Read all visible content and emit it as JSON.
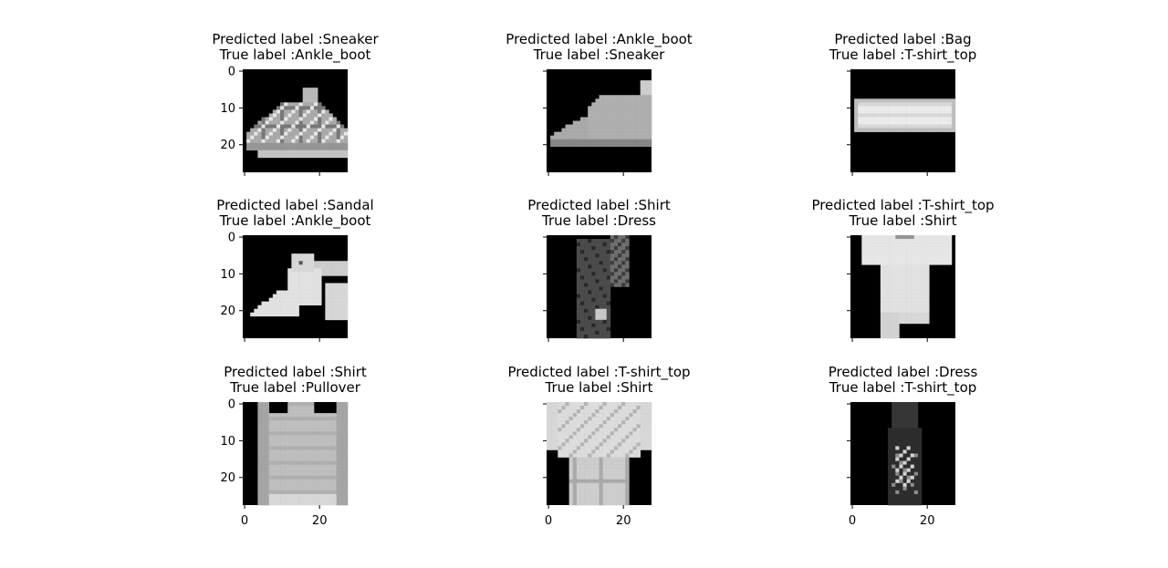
{
  "chart_data": {
    "type": "image-grid",
    "rows": 3,
    "cols": 3,
    "image_size": 28,
    "y_ticks": [
      0,
      10,
      20
    ],
    "x_ticks": [
      0,
      20
    ],
    "shared_x": true,
    "shared_y": true,
    "colormap": "gray",
    "panels": [
      {
        "predicted_label": "Predicted label :Sneaker",
        "true_label": "True label :Ankle_boot",
        "depicts": "sneaker"
      },
      {
        "predicted_label": "Predicted label :Ankle_boot",
        "true_label": "True label :Sneaker",
        "depicts": "ankle-boot"
      },
      {
        "predicted_label": "Predicted label :Bag",
        "true_label": "True label :T-shirt_top",
        "depicts": "bag"
      },
      {
        "predicted_label": "Predicted label :Sandal",
        "true_label": "True label :Ankle_boot",
        "depicts": "heeled-boot"
      },
      {
        "predicted_label": "Predicted label :Shirt",
        "true_label": "True label :Dress",
        "depicts": "dark-dress"
      },
      {
        "predicted_label": "Predicted label :T-shirt_top",
        "true_label": "True label :Shirt",
        "depicts": "t-shirt"
      },
      {
        "predicted_label": "Predicted label :Shirt",
        "true_label": "True label :Pullover",
        "depicts": "pullover"
      },
      {
        "predicted_label": "Predicted label :T-shirt_top",
        "true_label": "True label :Shirt",
        "depicts": "wide-shirt"
      },
      {
        "predicted_label": "Predicted label :Dress",
        "true_label": "True label :T-shirt_top",
        "depicts": "dim-dress"
      }
    ]
  }
}
